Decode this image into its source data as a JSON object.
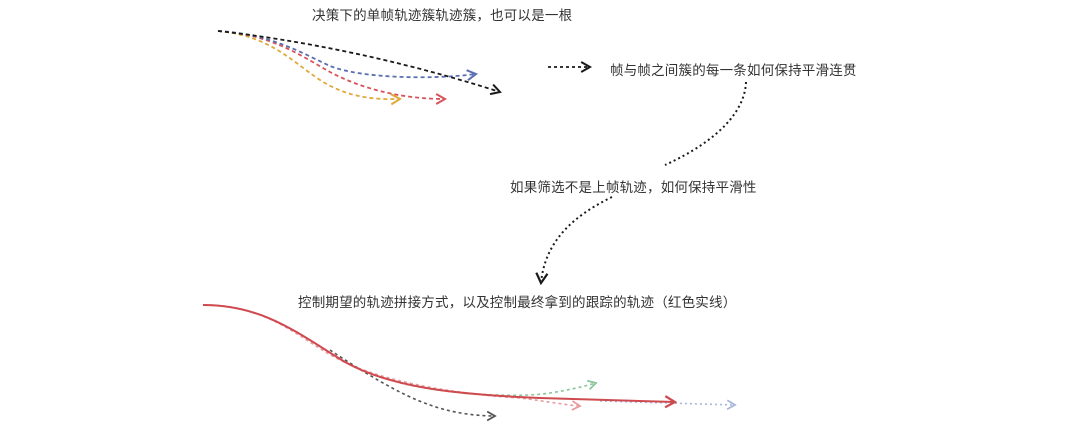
{
  "labels": {
    "top": "决策下的单帧轨迹簇轨迹簇，也可以是一根",
    "right": "帧与帧之间簇的每一条如何保持平滑连贯",
    "middle": "如果筛选不是上帧轨迹，如何保持平滑性",
    "bottom": "控制期望的轨迹拼接方式，以及控制最终拿到的跟踪的轨迹（红色实线）"
  },
  "colors": {
    "black": "#1a1a1a",
    "blue": "#5a6fb0",
    "red": "#d9535a",
    "yellow": "#e0a93a",
    "solid_red": "#cf4a4f",
    "light_red": "#e89aa0",
    "green": "#8cc49a",
    "light_blue": "#a9b6dc",
    "gray": "#555555"
  },
  "diagram": {
    "top_cluster": [
      "black-dashed",
      "blue-dashed",
      "red-dashed",
      "yellow-dashed"
    ],
    "flow_arrows": [
      "right-arrow-to-frame-question",
      "curve-down-to-filter-question",
      "curve-down-to-control-question"
    ],
    "bottom_cluster": [
      "red-solid-tracked",
      "gray-dashed",
      "green-dashed",
      "light-red-dashed",
      "light-blue-dotted"
    ]
  }
}
